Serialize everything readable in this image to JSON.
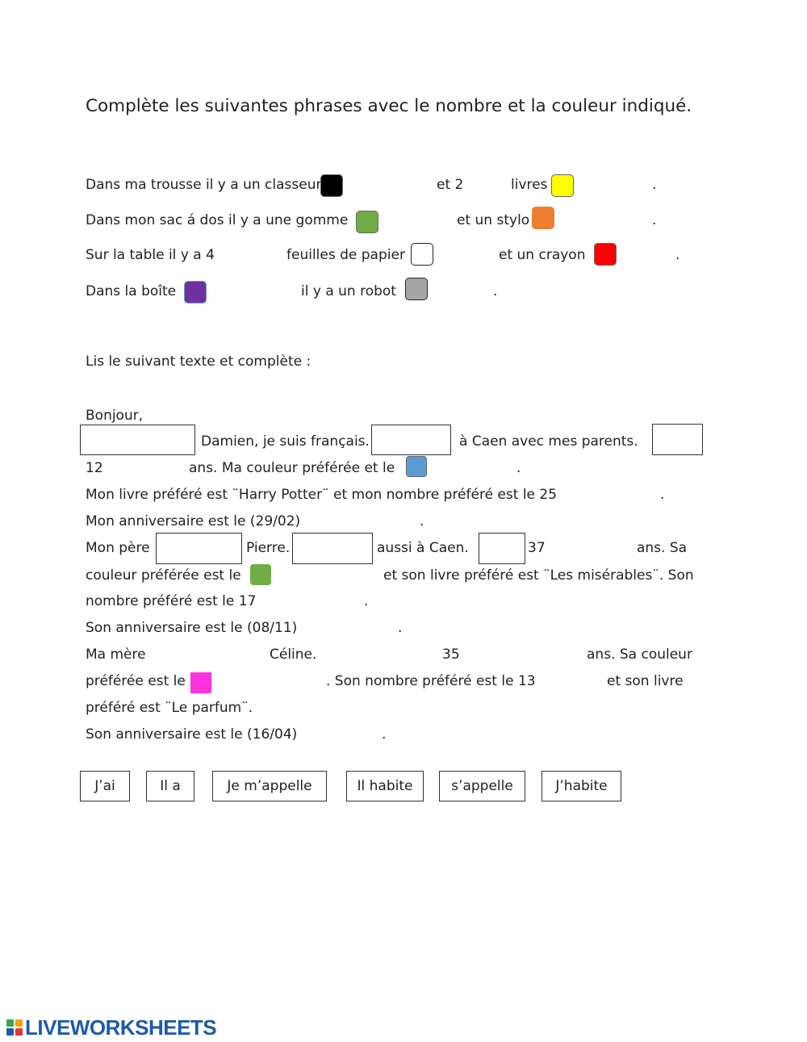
{
  "title": "Complète les suivantes phrases avec le nombre et la couleur indiqué.",
  "part1": [
    [
      "Dans ma trousse il y a un classeur",
      "et 2",
      "livres",
      "."
    ],
    [
      "Dans mon sac á dos il y a une gomme",
      "et un stylo",
      "."
    ],
    [
      "Sur la table il y a 4",
      "feuilles de papier",
      "et un crayon",
      "."
    ],
    [
      "Dans la boîte",
      "il y a un robot",
      "."
    ]
  ],
  "colors": {
    "black": "#000000",
    "yellow": "#ffff00",
    "green": "#70ad47",
    "orange": "#ed7d31",
    "white": "#ffffff",
    "red": "#ff0000",
    "purple": "#7030a0",
    "gray": "#a6a6a6",
    "blue": "#5b9bd5",
    "magenta": "#ff33dd"
  },
  "part2_instruction": "Lis le suivant texte et complète :",
  "text": {
    "greeting": "Bonjour,",
    "l1": [
      "Damien, je suis français.",
      "à Caen avec mes parents."
    ],
    "l2": [
      "12",
      "ans. Ma couleur préférée et le",
      "."
    ],
    "l3": [
      "Mon livre préféré est ¨Harry Potter¨ et mon nombre préféré est le 25",
      "."
    ],
    "l4": [
      "Mon anniversaire est le (29/02)",
      "."
    ],
    "l5": [
      "Mon père",
      "Pierre.",
      "aussi à Caen.",
      "37",
      "ans. Sa"
    ],
    "l6": [
      "couleur préférée est le",
      "et son livre préféré est ¨Les misérables¨. Son"
    ],
    "l7": [
      "nombre préféré est le 17",
      "."
    ],
    "l8": [
      "Son anniversaire est le (08/11)",
      "."
    ],
    "l9": [
      "Ma mère",
      "Céline.",
      "35",
      "ans. Sa couleur"
    ],
    "l10": [
      "préférée est le",
      ". Son nombre préféré est le 13",
      "et son livre"
    ],
    "l11": [
      "préféré est ¨Le parfum¨."
    ],
    "l12": [
      "Son anniversaire est le (16/04)",
      "."
    ]
  },
  "word_bank": [
    "J’ai",
    "Il a",
    "Je m’appelle",
    "Il habite",
    "s’appelle",
    "J’habite"
  ],
  "logo": {
    "text": "LIVEWORKSHEETS",
    "mark_colors": [
      "#3aa84a",
      "#f6a21c",
      "#1e5aa8",
      "#e03a3a"
    ]
  }
}
